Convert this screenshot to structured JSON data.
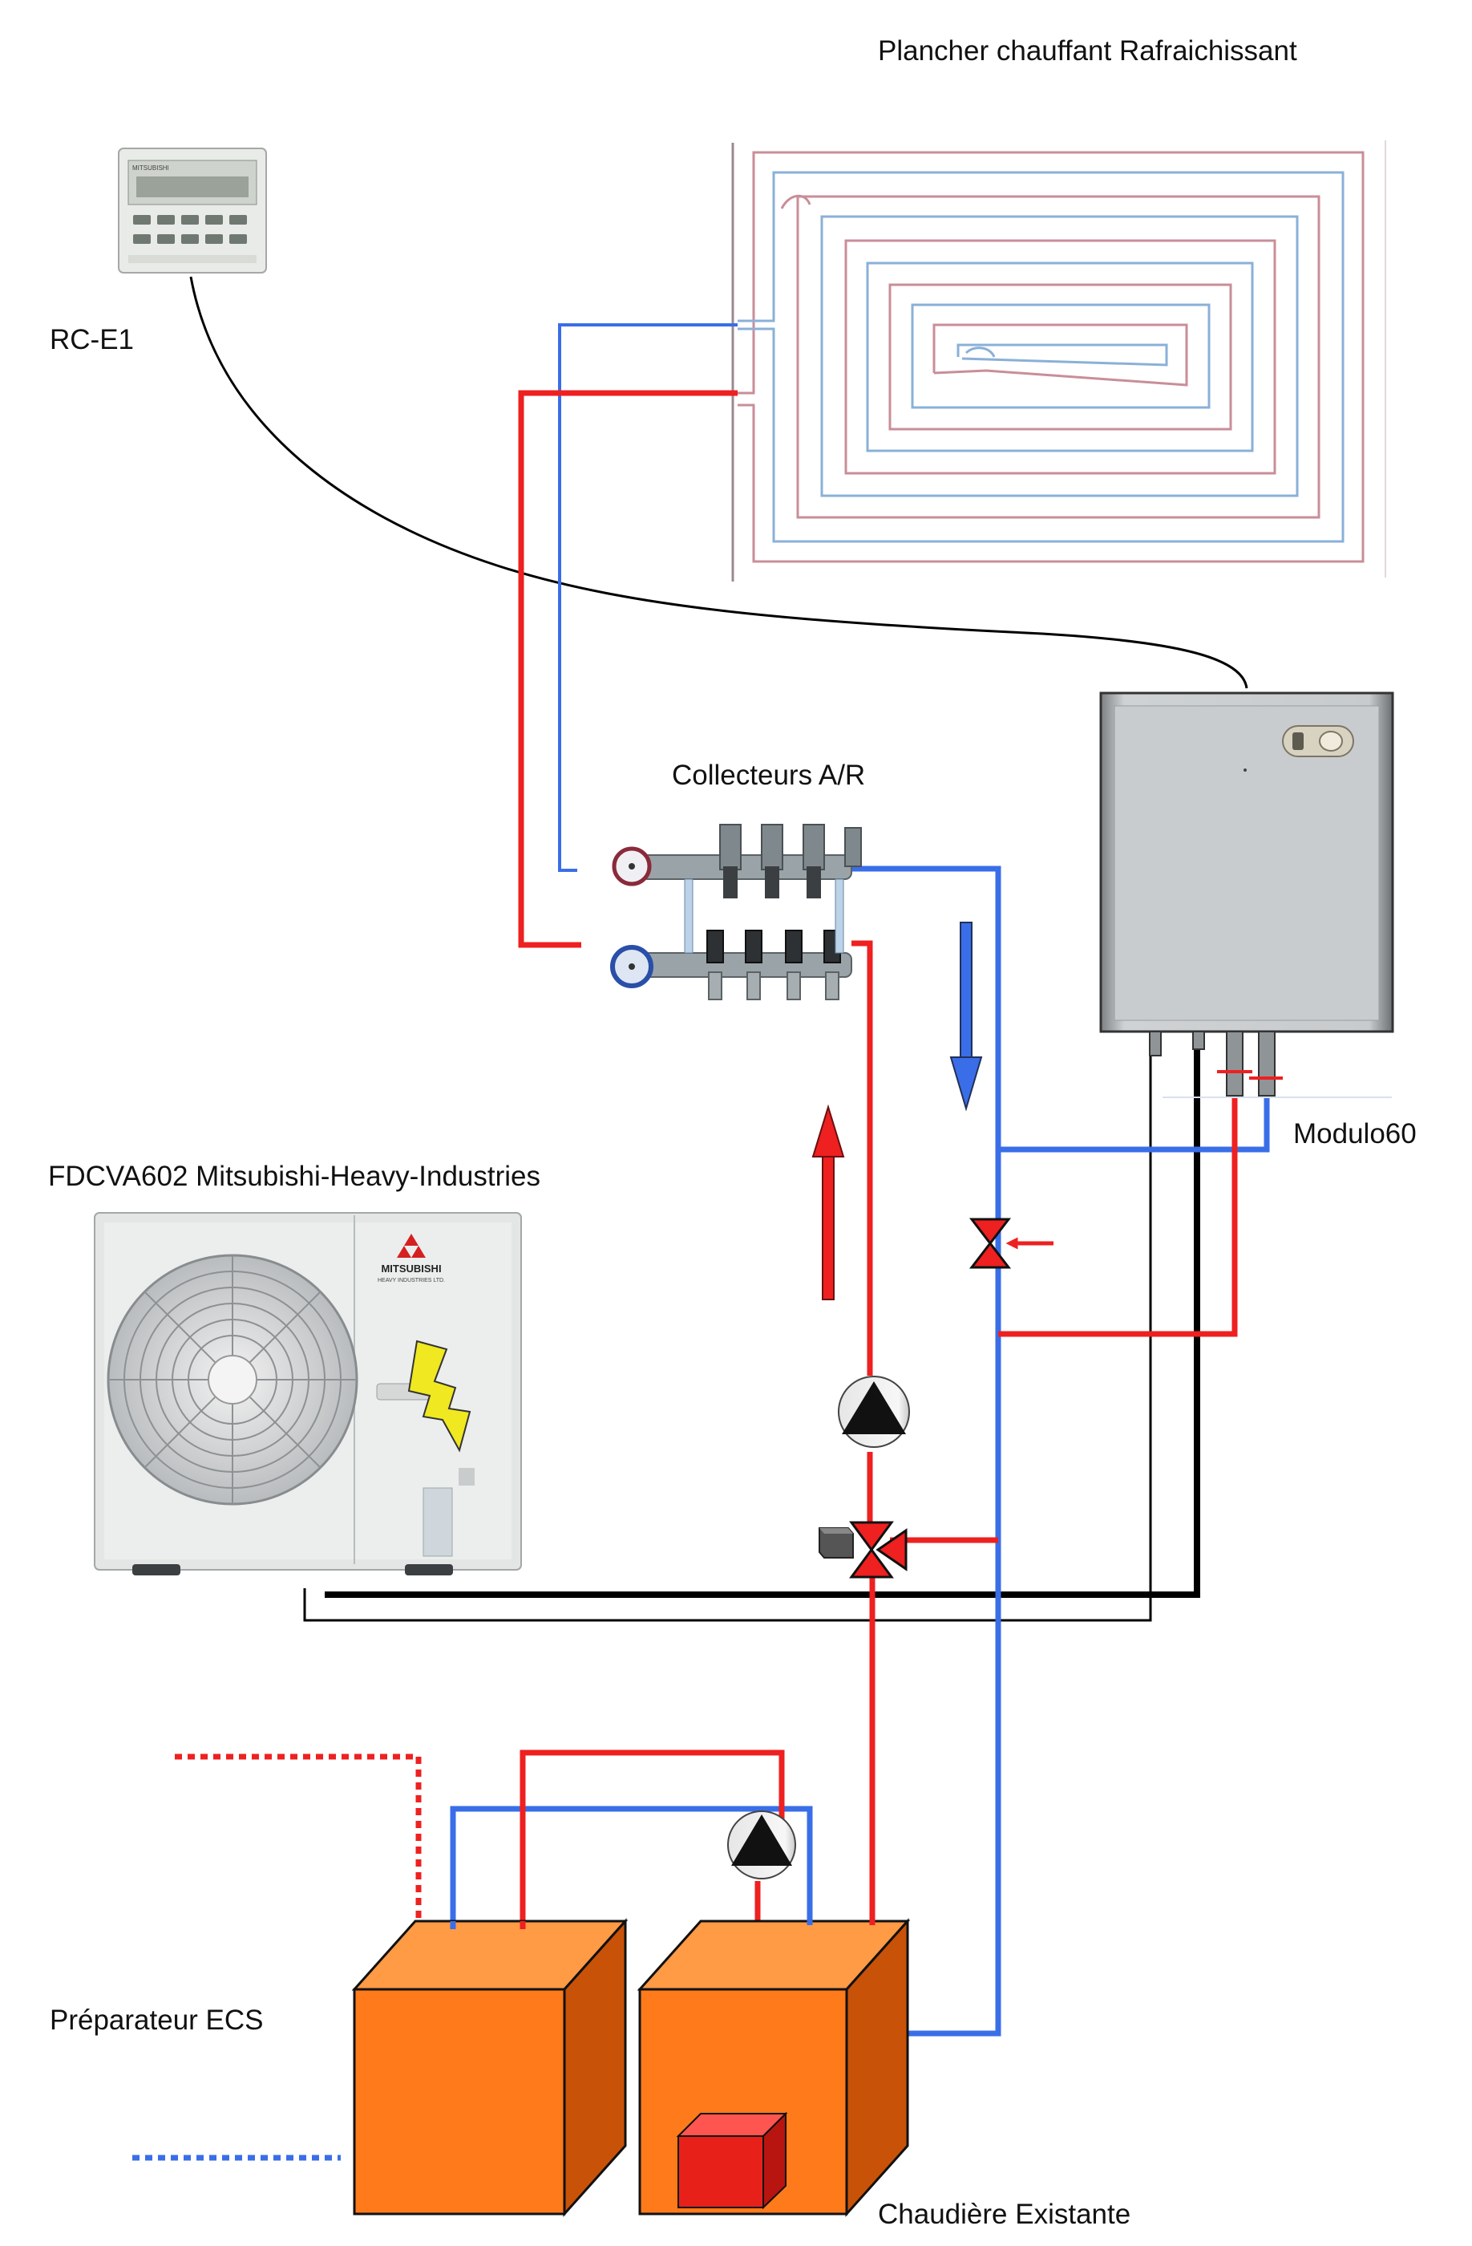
{
  "labels": {
    "floor": "Plancher chauffant Rafraichissant",
    "remote": "RC-E1",
    "manifold": "Collecteurs A/R",
    "module": "Modulo60",
    "outdoor_unit": "FDCVA602 Mitsubishi-Heavy-Industries",
    "dhw_tank": "Préparateur ECS",
    "boiler": "Chaudière Existante"
  },
  "remote_screen_text": "MITSUBISHI",
  "outdoor_unit_brand": [
    "MITSUBISHI",
    "HEAVY INDUSTRIES LTD."
  ],
  "colors": {
    "hot_pipe": "#ee2020",
    "cold_pipe": "#3a6ee8",
    "signal_cable": "#000000",
    "tank_front": "#ff7a1a",
    "tank_top": "#ff9a45",
    "tank_side": "#c85208",
    "burner": "#e8201a"
  },
  "icons": [
    "remote-control",
    "floor-heating-loop",
    "manifold",
    "hydraulic-module",
    "heat-pump",
    "lightning-icon",
    "circulator-pump-icon",
    "three-way-valve-icon",
    "tank",
    "burner-block"
  ]
}
